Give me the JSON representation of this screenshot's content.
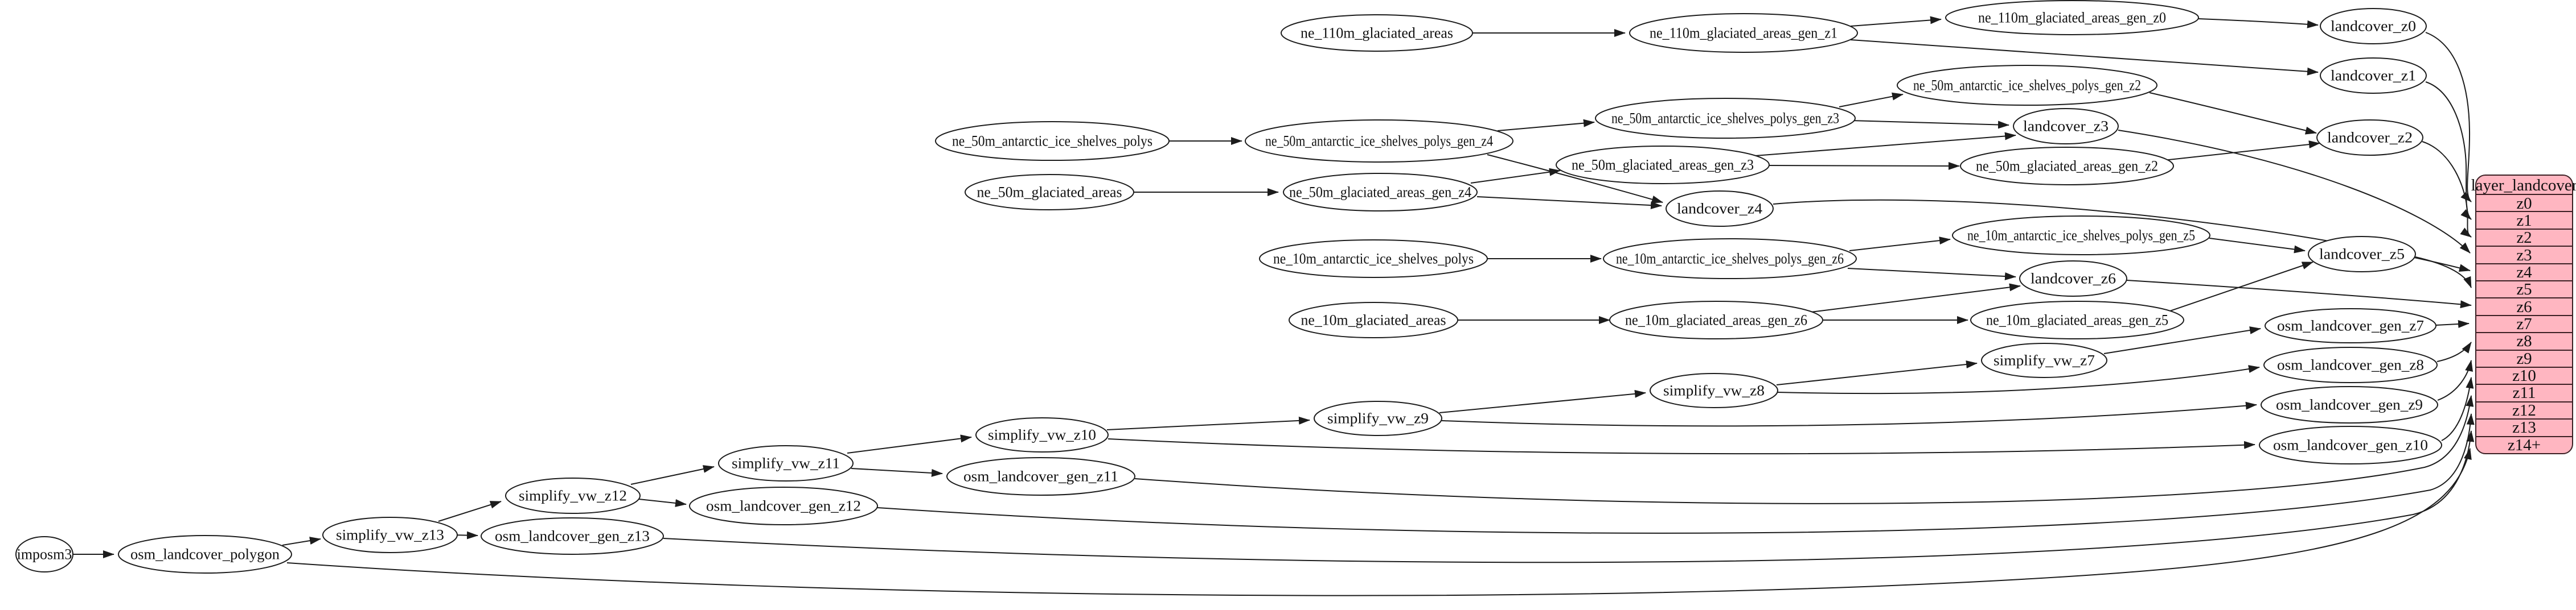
{
  "nodes": {
    "imposm3": {
      "label": "imposm3"
    },
    "osm_landcover_polygon": {
      "label": "osm_landcover_polygon"
    },
    "simplify_vw_z13": {
      "label": "simplify_vw_z13"
    },
    "osm_landcover_gen_z13": {
      "label": "osm_landcover_gen_z13"
    },
    "simplify_vw_z12": {
      "label": "simplify_vw_z12"
    },
    "osm_landcover_gen_z12": {
      "label": "osm_landcover_gen_z12"
    },
    "simplify_vw_z11": {
      "label": "simplify_vw_z11"
    },
    "osm_landcover_gen_z11": {
      "label": "osm_landcover_gen_z11"
    },
    "simplify_vw_z10": {
      "label": "simplify_vw_z10"
    },
    "simplify_vw_z9": {
      "label": "simplify_vw_z9"
    },
    "simplify_vw_z8": {
      "label": "simplify_vw_z8"
    },
    "simplify_vw_z7": {
      "label": "simplify_vw_z7"
    },
    "osm_landcover_gen_z7": {
      "label": "osm_landcover_gen_z7"
    },
    "osm_landcover_gen_z8": {
      "label": "osm_landcover_gen_z8"
    },
    "osm_landcover_gen_z9": {
      "label": "osm_landcover_gen_z9"
    },
    "osm_landcover_gen_z10": {
      "label": "osm_landcover_gen_z10"
    },
    "ne_10m_antarctic_ice_shelves_polys": {
      "label": "ne_10m_antarctic_ice_shelves_polys"
    },
    "ne_10m_antarctic_ice_shelves_polys_gen_z6": {
      "label": "ne_10m_antarctic_ice_shelves_polys_gen_z6"
    },
    "ne_10m_antarctic_ice_shelves_polys_gen_z5": {
      "label": "ne_10m_antarctic_ice_shelves_polys_gen_z5"
    },
    "ne_10m_glaciated_areas": {
      "label": "ne_10m_glaciated_areas"
    },
    "ne_10m_glaciated_areas_gen_z6": {
      "label": "ne_10m_glaciated_areas_gen_z6"
    },
    "ne_10m_glaciated_areas_gen_z5": {
      "label": "ne_10m_glaciated_areas_gen_z5"
    },
    "landcover_z5": {
      "label": "landcover_z5"
    },
    "landcover_z6": {
      "label": "landcover_z6"
    },
    "ne_50m_antarctic_ice_shelves_polys": {
      "label": "ne_50m_antarctic_ice_shelves_polys"
    },
    "ne_50m_antarctic_ice_shelves_polys_gen_z4": {
      "label": "ne_50m_antarctic_ice_shelves_polys_gen_z4"
    },
    "ne_50m_antarctic_ice_shelves_polys_gen_z3": {
      "label": "ne_50m_antarctic_ice_shelves_polys_gen_z3"
    },
    "ne_50m_antarctic_ice_shelves_polys_gen_z2": {
      "label": "ne_50m_antarctic_ice_shelves_polys_gen_z2"
    },
    "ne_50m_glaciated_areas": {
      "label": "ne_50m_glaciated_areas"
    },
    "ne_50m_glaciated_areas_gen_z4": {
      "label": "ne_50m_glaciated_areas_gen_z4"
    },
    "ne_50m_glaciated_areas_gen_z3": {
      "label": "ne_50m_glaciated_areas_gen_z3"
    },
    "ne_50m_glaciated_areas_gen_z2": {
      "label": "ne_50m_glaciated_areas_gen_z2"
    },
    "landcover_z2": {
      "label": "landcover_z2"
    },
    "landcover_z3": {
      "label": "landcover_z3"
    },
    "landcover_z4": {
      "label": "landcover_z4"
    },
    "ne_110m_glaciated_areas": {
      "label": "ne_110m_glaciated_areas"
    },
    "ne_110m_glaciated_areas_gen_z1": {
      "label": "ne_110m_glaciated_areas_gen_z1"
    },
    "ne_110m_glaciated_areas_gen_z0": {
      "label": "ne_110m_glaciated_areas_gen_z0"
    },
    "landcover_z0": {
      "label": "landcover_z0"
    },
    "landcover_z1": {
      "label": "landcover_z1"
    }
  },
  "table": {
    "header": "layer_landcover",
    "rows": [
      "z0",
      "z1",
      "z2",
      "z3",
      "z4",
      "z5",
      "z6",
      "z7",
      "z8",
      "z9",
      "z10",
      "z11",
      "z12",
      "z13",
      "z14+"
    ]
  },
  "colors": {
    "table_fill": "#ffb6c1",
    "table_stroke": "#3c2024",
    "node_fill": "#ffffff",
    "line": "#1c1c1c"
  }
}
